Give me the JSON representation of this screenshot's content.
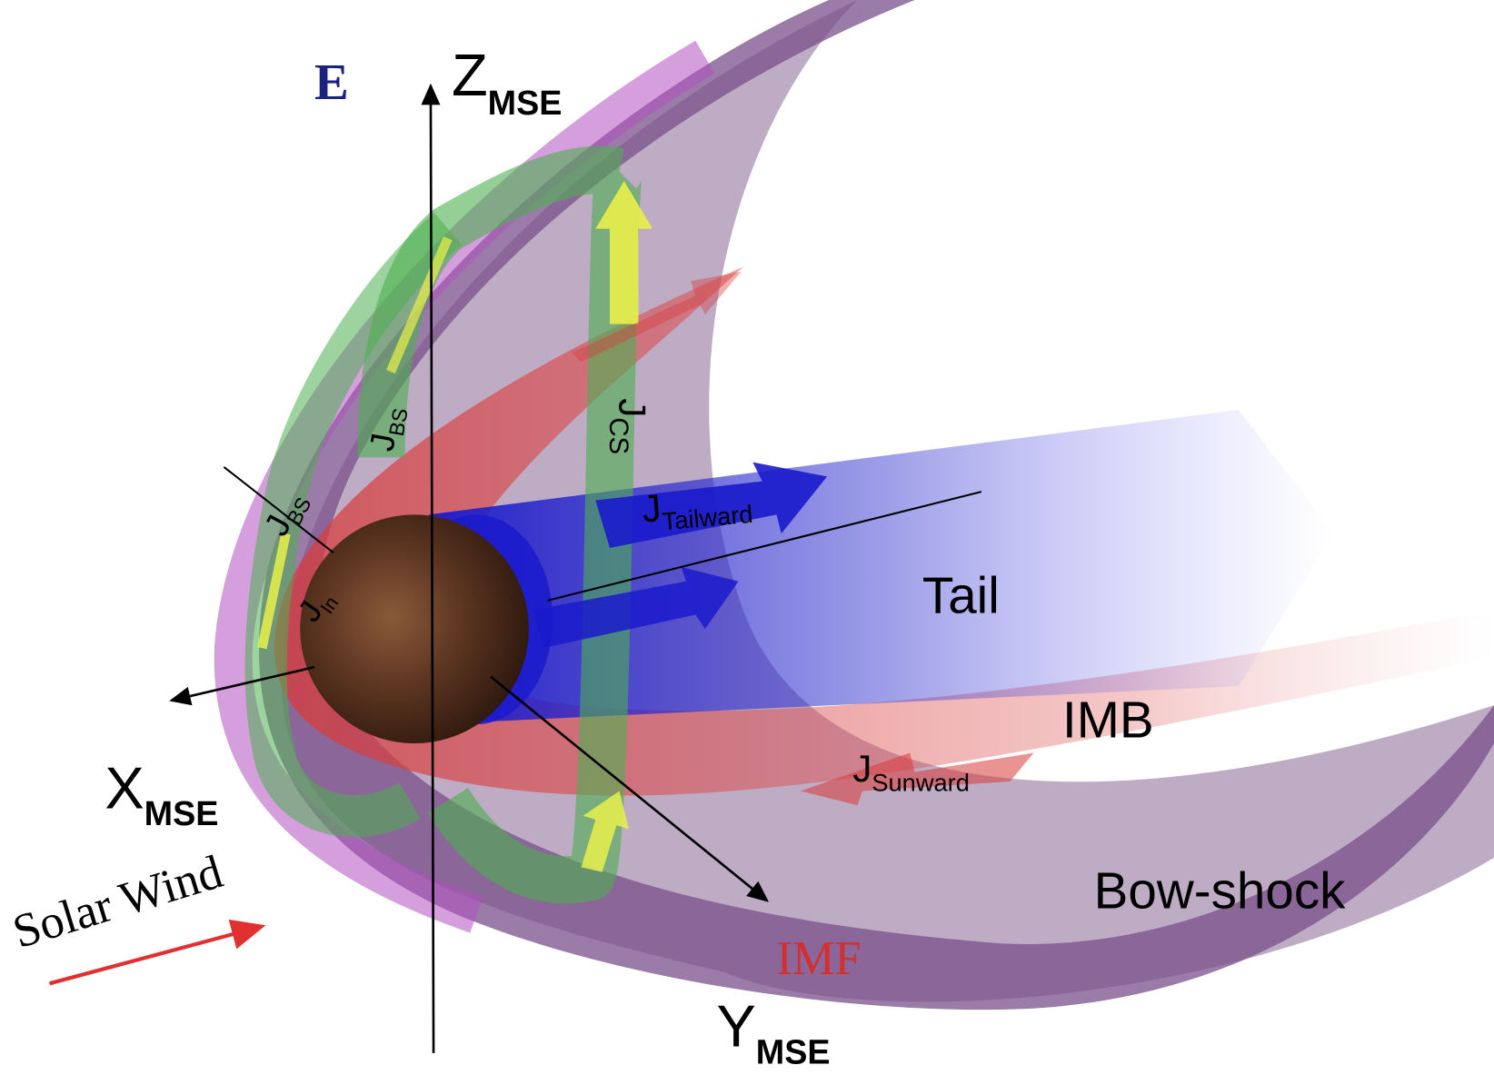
{
  "labels": {
    "e_field": "E",
    "z_axis": "Z",
    "z_sub": "MSE",
    "x_axis": "X",
    "x_sub": "MSE",
    "y_axis": "Y",
    "y_sub": "MSE",
    "j_bs_upper": "J",
    "j_bs_upper_sub": "BS",
    "j_bs_left": "J",
    "j_bs_left_sub": "BS",
    "j_in": "J",
    "j_in_sub": "In",
    "j_cs": "J",
    "j_cs_sub": "CS",
    "j_tailward": "J",
    "j_tailward_sub": "Tailward",
    "j_sunward": "J",
    "j_sunward_sub": "Sunward",
    "tail": "Tail",
    "imb": "IMB",
    "bow_shock": "Bow-shock",
    "solar_wind": "Solar Wind",
    "imf": "IMF"
  },
  "colors": {
    "bow_shock": "#7a4f8a",
    "imb": "#d83a3a",
    "tail_current": "#1a1acc",
    "current_loop": "#4caf50",
    "arrow_yellow": "#e8f04a",
    "e_label": "#1a237e",
    "imf_label": "#d32f2f",
    "solar_wind_arrow": "#e03030"
  }
}
